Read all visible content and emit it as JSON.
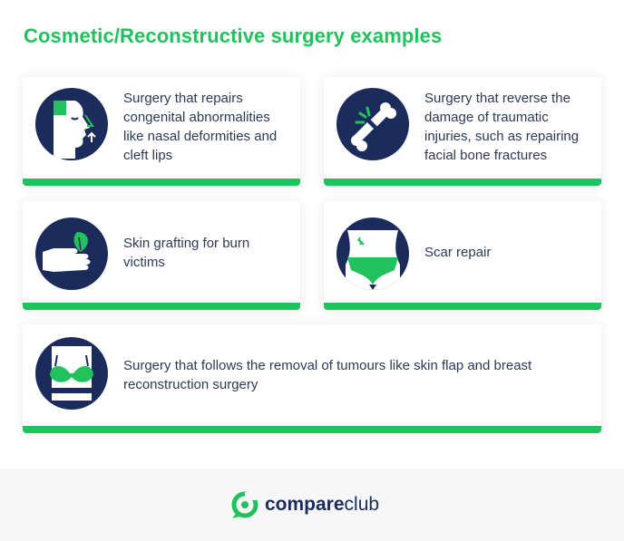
{
  "title": "Cosmetic/Reconstructive surgery examples",
  "cards": [
    {
      "text": "Surgery that repairs congenital abnormalities like nasal deformities and cleft lips",
      "icon": "face-profile-icon"
    },
    {
      "text": "Surgery that reverse the damage of traumatic injuries, such as repairing facial bone fractures",
      "icon": "broken-bone-icon"
    },
    {
      "text": "Skin grafting for burn victims",
      "icon": "hand-leaf-icon"
    },
    {
      "text": "Scar repair",
      "icon": "torso-scar-icon"
    },
    {
      "text": "Surgery that follows the removal of tumours like skin flap and breast reconstruction surgery",
      "icon": "bra-torso-icon"
    }
  ],
  "logo": {
    "compare": "compare",
    "club": "club"
  },
  "colors": {
    "accent": "#22c15e",
    "navy": "#1b2b5b",
    "text": "#2c3a55"
  }
}
